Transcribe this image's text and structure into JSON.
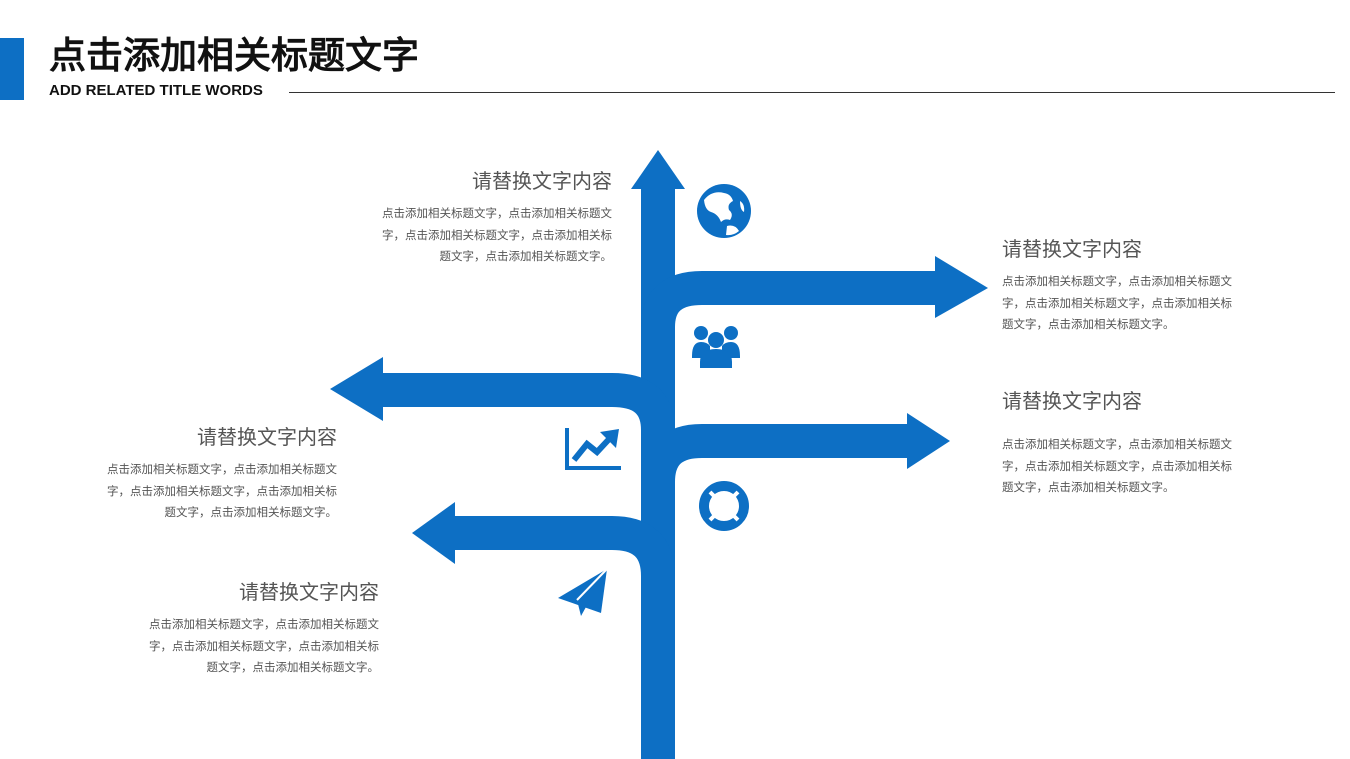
{
  "header": {
    "title": "点击添加相关标题文字",
    "subtitle": "ADD RELATED TITLE WORDS"
  },
  "colors": {
    "accent": "#0d6fc4",
    "text": "#555555",
    "heading": "#111111"
  },
  "items": [
    {
      "heading": "请替换文字内容",
      "body": "点击添加相关标题文字，点击添加相关标题文字，点击添加相关标题文字，点击添加相关标题文字，点击添加相关标题文字。",
      "icon": "globe-icon"
    },
    {
      "heading": "请替换文字内容",
      "body": "点击添加相关标题文字，点击添加相关标题文字，点击添加相关标题文字，点击添加相关标题文字，点击添加相关标题文字。",
      "icon": "users-icon"
    },
    {
      "heading": "请替换文字内容",
      "body": "点击添加相关标题文字，点击添加相关标题文字，点击添加相关标题文字，点击添加相关标题文字，点击添加相关标题文字。",
      "icon": "chart-up-icon"
    },
    {
      "heading": "请替换文字内容",
      "body": "点击添加相关标题文字，点击添加相关标题文字，点击添加相关标题文字，点击添加相关标题文字，点击添加相关标题文字。",
      "icon": "lifebuoy-icon"
    },
    {
      "heading": "请替换文字内容",
      "body": "点击添加相关标题文字，点击添加相关标题文字，点击添加相关标题文字，点击添加相关标题文字，点击添加相关标题文字。",
      "icon": "paper-plane-icon"
    }
  ]
}
